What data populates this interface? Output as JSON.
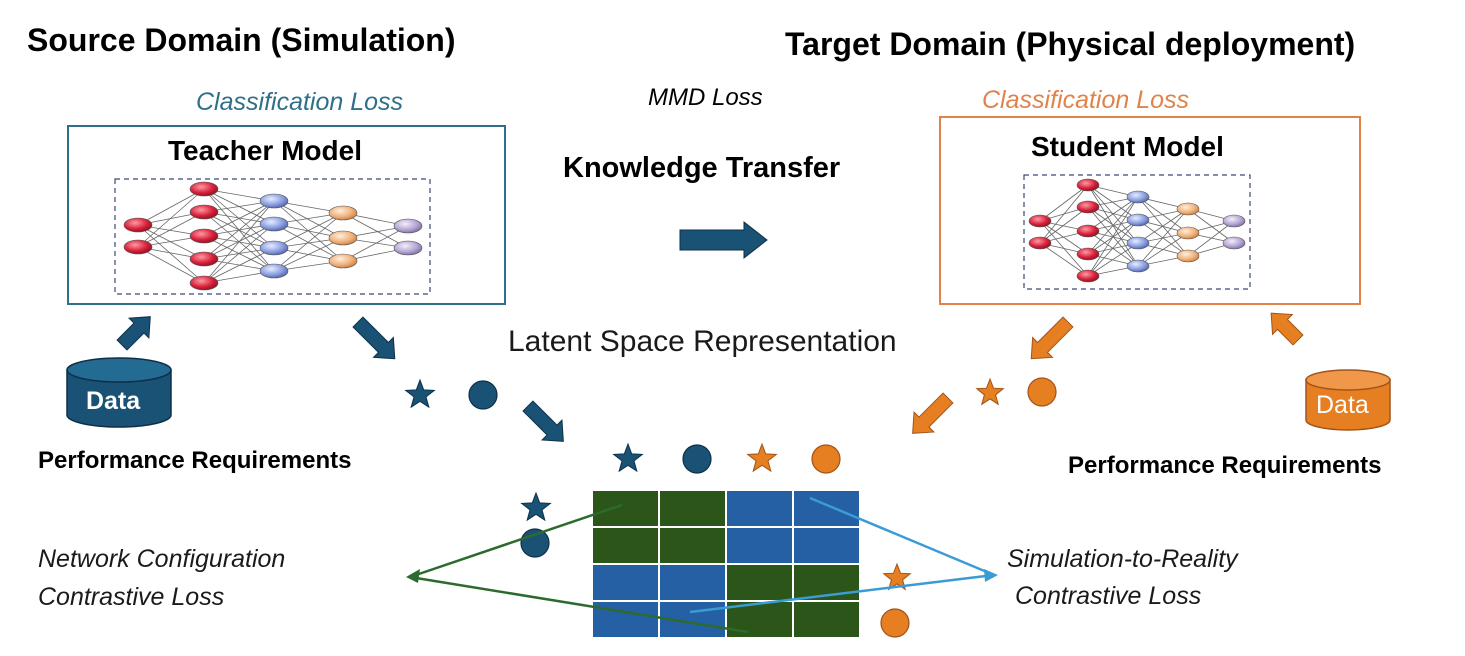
{
  "source": {
    "title": "Source Domain (Simulation)",
    "loss_label": "Classification Loss",
    "model_label": "Teacher Model",
    "data_label": "Data",
    "requirements_label": "Performance Requirements",
    "color": "#1a5276"
  },
  "target": {
    "title": "Target Domain (Physical deployment)",
    "loss_label": "Classification Loss",
    "model_label": "Student Model",
    "data_label": "Data",
    "requirements_label": "Performance Requirements",
    "color": "#e67e22"
  },
  "transfer": {
    "mmd_label": "MMD Loss",
    "label": "Knowledge Transfer"
  },
  "latent": {
    "label": "Latent Space Representation"
  },
  "losses": {
    "network_config_line1": "Network Configuration",
    "network_config_line2": "Contrastive Loss",
    "sim2real_line1": "Simulation-to-Reality",
    "sim2real_line2": "Contrastive Loss"
  },
  "colors": {
    "green": "#2d5016",
    "blue": "#2563a0",
    "grid_green": "#2b5519",
    "grid_blue": "#2660a4",
    "line_green": "#2d6a2d",
    "line_blue": "#3a9bd5"
  }
}
